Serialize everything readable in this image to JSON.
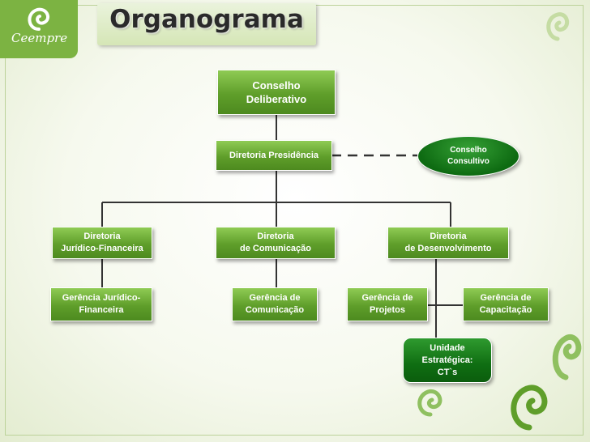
{
  "logo": {
    "text": "Ceempre"
  },
  "title": "Organograma",
  "nodes": {
    "conselho_deliberativo": "Conselho\nDeliberativo",
    "diretoria_presidencia": "Diretoria Presidência",
    "conselho_consultivo": "Conselho\nConsultivo",
    "diretoria_juridico_financeira": "Diretoria\nJurídico-Financeira",
    "diretoria_comunicacao": "Diretoria\nde Comunicação",
    "diretoria_desenvolvimento": "Diretoria\nde Desenvolvimento",
    "gerencia_juridico_financeira": "Gerência Jurídico-\nFinanceira",
    "gerencia_comunicacao": "Gerência de\nComunicação",
    "gerencia_projetos": "Gerência de\nProjetos",
    "gerencia_capacitacao": "Gerência de\nCapacitação",
    "unidade_estrategica": "Unidade\nEstratégica:\nCT`s"
  },
  "colors": {
    "box_green": "#5f9e2a",
    "dark_green": "#0f6e12",
    "accent": "#7cb342",
    "line": "#333333"
  }
}
